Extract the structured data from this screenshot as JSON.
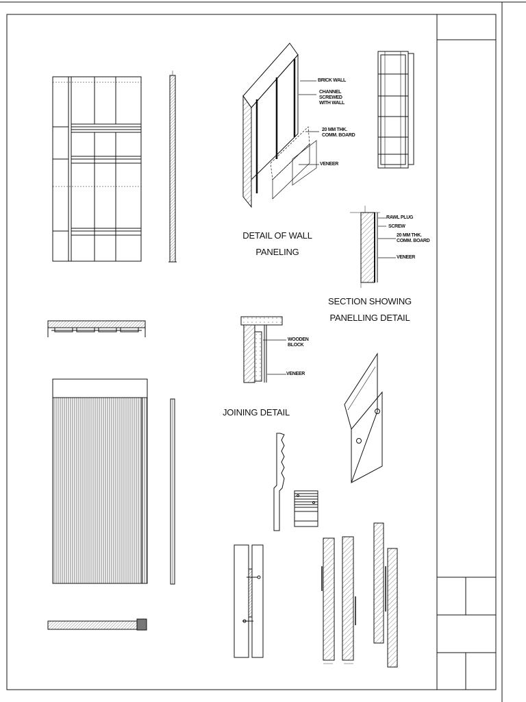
{
  "titles": {
    "wall_paneling": [
      "DETAIL OF WALL",
      "PANELING"
    ],
    "section": [
      "SECTION SHOWING",
      "PANELLING DETAIL"
    ],
    "joining": "JOINING DETAIL"
  },
  "notes": {
    "brick_wall": "BRICK WALL",
    "channel": "CHANNEL\nSCREWED\nWITH WALL",
    "board": "20 MM THK.\nCOMM. BOARD",
    "veneer_iso": "VENEER",
    "rawl_plug": "RAWL PLUG",
    "screw": "SCREW",
    "board_section": "20 MM THK.\nCOMM. BOARD",
    "veneer_section": "VENEER",
    "wooden_block": "WOODEN\nBLOCK",
    "veneer_joint": "VENEER"
  },
  "colors": {
    "line": "#111111",
    "hatch": "#666666",
    "block_fill": "#777777"
  }
}
